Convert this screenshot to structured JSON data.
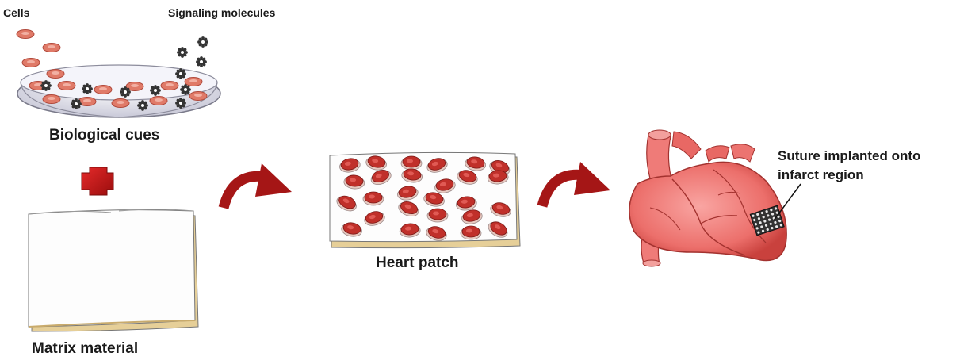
{
  "labels": {
    "cells": "Cells",
    "signaling_molecules": "Signaling molecules",
    "biological_cues": "Biological cues",
    "matrix_material": "Matrix material",
    "heart_patch": "Heart patch",
    "suture_line1": "Suture implanted onto",
    "suture_line2": "infarct region"
  },
  "colors": {
    "cell_fill": "#e07a68",
    "cell_dark": "#b0483a",
    "patch_cell": "#c0302a",
    "plus_red": "#c81414",
    "arrow_red": "#a51616",
    "heart_red": "#ef7b78",
    "heart_dark": "#c8403c",
    "dish_glass": "#e9e9f2",
    "sheet_edge": "#e8d2a0"
  },
  "icons": [
    "petri-dish-icon",
    "plus-icon",
    "curved-arrow-icon",
    "heart-icon",
    "matrix-sheet-icon",
    "heart-patch-icon"
  ]
}
